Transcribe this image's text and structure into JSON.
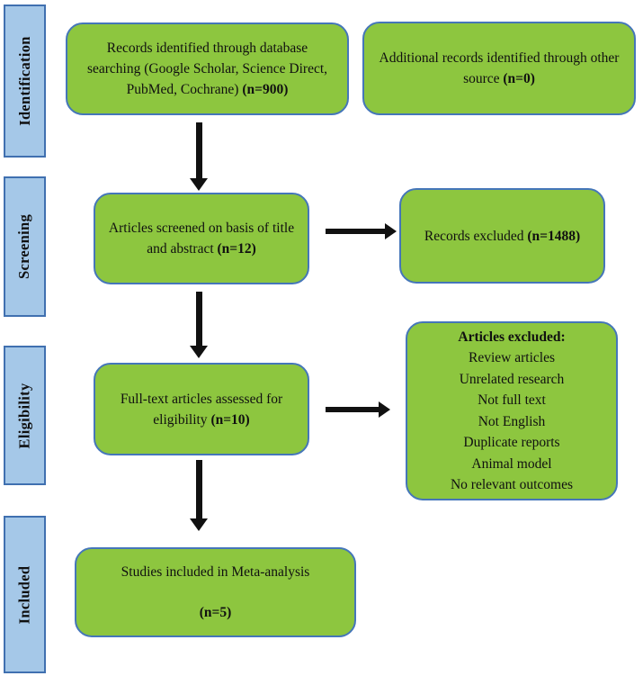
{
  "colors": {
    "box_green": "#8dc63f",
    "box_border_blue": "#4576b9",
    "stage_blue": "#a5c8e8",
    "stage_border": "#4070b0",
    "arrow_black": "#111111"
  },
  "stages": [
    {
      "label": "Identification"
    },
    {
      "label": "Screening"
    },
    {
      "label": "Eligibility"
    },
    {
      "label": "Included"
    }
  ],
  "boxes": {
    "records_identified": {
      "segments": [
        {
          "t": "Records identified through database searching (Google Scholar, Science Direct, PubMed, Cochrane) "
        },
        {
          "t": "(n=900)",
          "b": true
        }
      ]
    },
    "additional_records": {
      "segments": [
        {
          "t": "Additional records identified through other source "
        },
        {
          "t": "(n=0)",
          "b": true
        }
      ]
    },
    "articles_screened": {
      "segments": [
        {
          "t": "Articles screened on basis of title and abstract "
        },
        {
          "t": "(n=12)",
          "b": true
        }
      ]
    },
    "records_excluded": {
      "segments": [
        {
          "t": "Records excluded "
        },
        {
          "t": "(n=1488)",
          "b": true
        }
      ]
    },
    "fulltext_assessed": {
      "segments": [
        {
          "t": "Full-text articles assessed for eligibility "
        },
        {
          "t": "(n=10)",
          "b": true
        }
      ]
    },
    "articles_excluded": {
      "title": "Articles excluded:",
      "reasons": [
        "Review articles",
        "Unrelated research",
        "Not full text",
        "Not English",
        "Duplicate reports",
        "Animal model",
        "No relevant outcomes"
      ]
    },
    "studies_included": {
      "line1": "Studies included in Meta-analysis",
      "line2": "(n=5)"
    }
  }
}
